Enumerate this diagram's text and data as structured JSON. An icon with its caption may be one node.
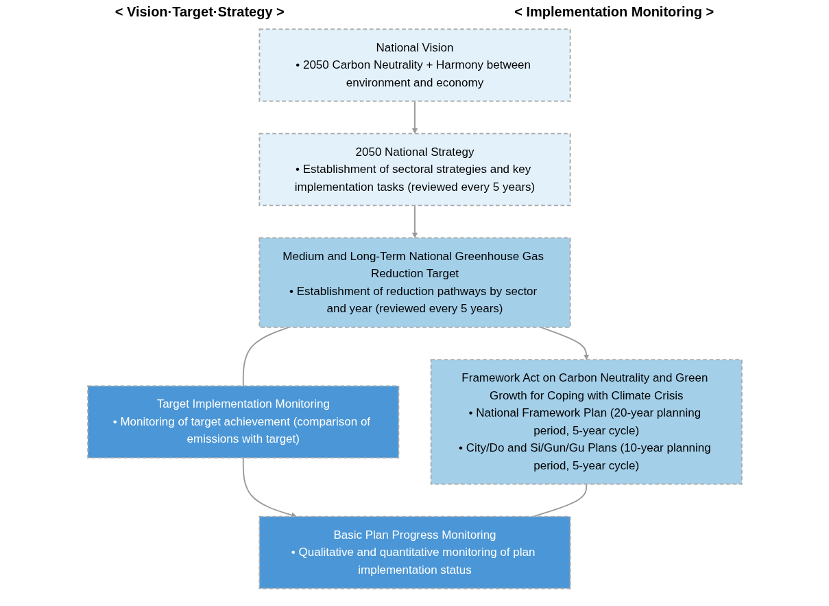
{
  "diagram": {
    "nodes": [
      {
        "text": [
          "National Vision",
          "• 2050 Carbon Neutrality + Harmony between environment and economy"
        ]
      },
      {
        "text": [
          "2050 National Strategy",
          "• Establishment of sectoral strategies and key implementation tasks (reviewed every 5 years)"
        ]
      },
      {
        "text": [
          "Medium and Long-Term National Greenhouse Gas Reduction Target",
          "• Establishment of reduction pathways by sector and year (reviewed every 5 years)"
        ]
      },
      {
        "text": [
          "Framework Act on Carbon Neutrality and Green Growth for Coping with Climate Crisis",
          "• National Framework Plan (20-year planning period, 5-year cycle)",
          "• City/Do and Si/Gun/Gu Plans (10-year planning period, 5-year cycle)"
        ]
      },
      {
        "text": [
          "Target Implementation Monitoring",
          "• Monitoring of target achievement (comparison of emissions with target)"
        ]
      },
      {
        "text": [
          "Basic Plan Progress Monitoring",
          "• Qualitative and quantitative monitoring of plan implementation status"
        ]
      }
    ],
    "edges": [
      {
        "from": 0,
        "to": 1,
        "arrow": "to"
      },
      {
        "from": 1,
        "to": 2,
        "arrow": "to"
      },
      {
        "from": 2,
        "to": 3,
        "arrow": "to"
      },
      {
        "from": 2,
        "to": 4,
        "arrow": "none"
      },
      {
        "from": 4,
        "to": 5,
        "arrow": "to"
      },
      {
        "from": 3,
        "to": 5,
        "arrow": "none"
      }
    ],
    "labels": [
      "< Vision·Target·Strategy >",
      "< Implementation Monitoring >"
    ]
  }
}
